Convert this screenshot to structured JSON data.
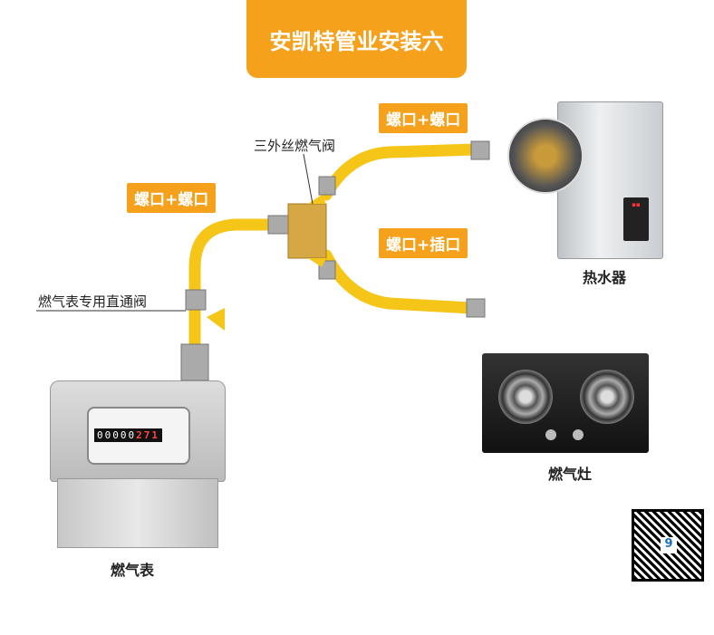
{
  "title": "安凯特管业安装六",
  "labels": {
    "top_right": "螺口+螺口",
    "left": "螺口+螺口",
    "lower_right": "螺口+插口",
    "valve": "三外丝燃气阀",
    "meter_valve": "燃气表专用直通阀"
  },
  "captions": {
    "heater": "热水器",
    "stove": "燃气灶",
    "meter": "燃气表"
  },
  "meter_reading": {
    "black": "00000",
    "red": "271"
  },
  "colors": {
    "accent": "#f5a11c",
    "pipe": "#f5c518"
  }
}
